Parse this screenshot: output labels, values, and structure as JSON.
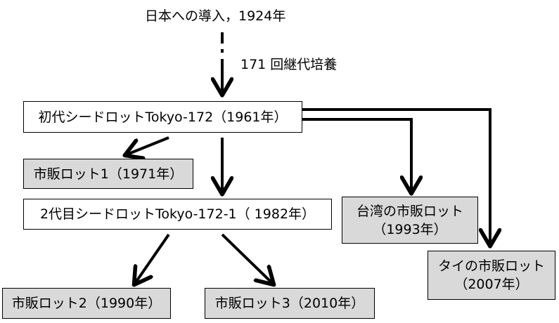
{
  "diagram": {
    "origin_label": "日本への導入，1924年",
    "passage_label": "171 回継代培養",
    "nodes": {
      "first_seed": "初代シードロットTokyo-172（1961年）",
      "market_lot_1": "市販ロット1（1971年）",
      "second_seed": "2代目シードロットTokyo-172-1（ 1982年）",
      "market_lot_2": "市販ロット2（1990年）",
      "market_lot_3": "市販ロット3（2010年）",
      "taiwan_lot_title": "台湾の市販ロット",
      "taiwan_lot_year": "（1993年）",
      "thai_lot_title": "タイの市販ロット",
      "thai_lot_year": "（2007年）"
    },
    "colors": {
      "seed_box": "#ffffff",
      "market_box": "#d9d9d9",
      "line": "#000000"
    }
  }
}
